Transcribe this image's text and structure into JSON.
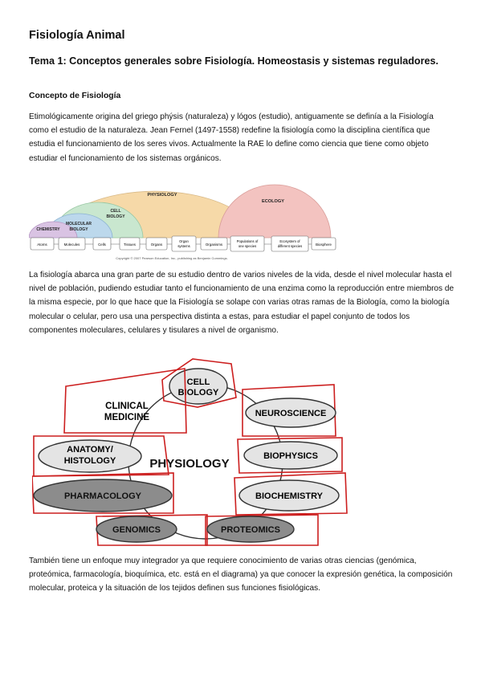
{
  "doc": {
    "title": "Fisiología Animal",
    "section_title": "Tema 1: Conceptos generales sobre Fisiología. Homeostasis y sistemas reguladores.",
    "subsection_title": "Concepto de Fisiología",
    "paragraphs": [
      "Etimológicamente origina del griego phýsis (naturaleza) y lógos (estudio), antiguamente se definía a la Fisiología como el estudio de la naturaleza. Jean Fernel (1497-1558) redefine la fisiología como la disciplina científica que estudia el funcionamiento de los seres vivos. Actualmente la RAE lo define como ciencia que tiene como objeto estudiar el funcionamiento de los sistemas orgánicos.",
      "La fisiología abarca una gran parte de su estudio dentro de varios niveles de la vida, desde el nivel molecular hasta el nivel de población, pudiendo estudiar tanto el funcionamiento de una enzima como la reproducción entre miembros de la misma especie, por lo que hace que la Fisiología se solape con varias otras ramas de la Biología, como la biología molecular o celular, pero usa una perspectiva distinta a estas, para estudiar el papel conjunto de todos los componentes moleculares, celulares y tisulares a nivel de organismo.",
      "También tiene un enfoque muy integrador ya que requiere conocimiento de varias otras ciencias (genómica, proteómica, farmacología, bioquímica, etc. está en el diagrama) ya que conocer la expresión genética, la composición molecular, proteica y la situación de los tejidos definen sus funciones fisiológicas."
    ]
  },
  "figure1": {
    "arcs": [
      "PHYSIOLOGY",
      "ECOLOGY",
      "CELL BIOLOGY",
      "MOLECULAR BIOLOGY",
      "CHEMISTRY"
    ],
    "levels": [
      "Atoms",
      "Molecules",
      "Cells",
      "Tissues",
      "Organs",
      "Organ systems",
      "Organisms",
      "Populations of one species",
      "Ecosystem of different species",
      "Biosphere"
    ],
    "credit": "Copyright © 2007 Pearson Education, Inc., publishing as Benjamin Cummings.",
    "colors": {
      "physiology": "#f6d9a8",
      "ecology": "#f3c3c0",
      "cell_biology": "#c9e7cf",
      "molecular_biology": "#bcd8ec",
      "chemistry": "#d9c3e3"
    }
  },
  "figure2": {
    "center": "PHYSIOLOGY",
    "disciplines": [
      "CELL BIOLOGY",
      "CLINICAL MEDICINE",
      "NEUROSCIENCE",
      "ANATOMY/ HISTOLOGY",
      "BIOPHYSICS",
      "PHARMACOLOGY",
      "BIOCHEMISTRY",
      "GENOMICS",
      "PROTEOMICS"
    ],
    "colors": {
      "frame": "#cc1f1f",
      "light_fill": "#e4e4e4",
      "dark_fill": "#8c8c8c"
    }
  }
}
